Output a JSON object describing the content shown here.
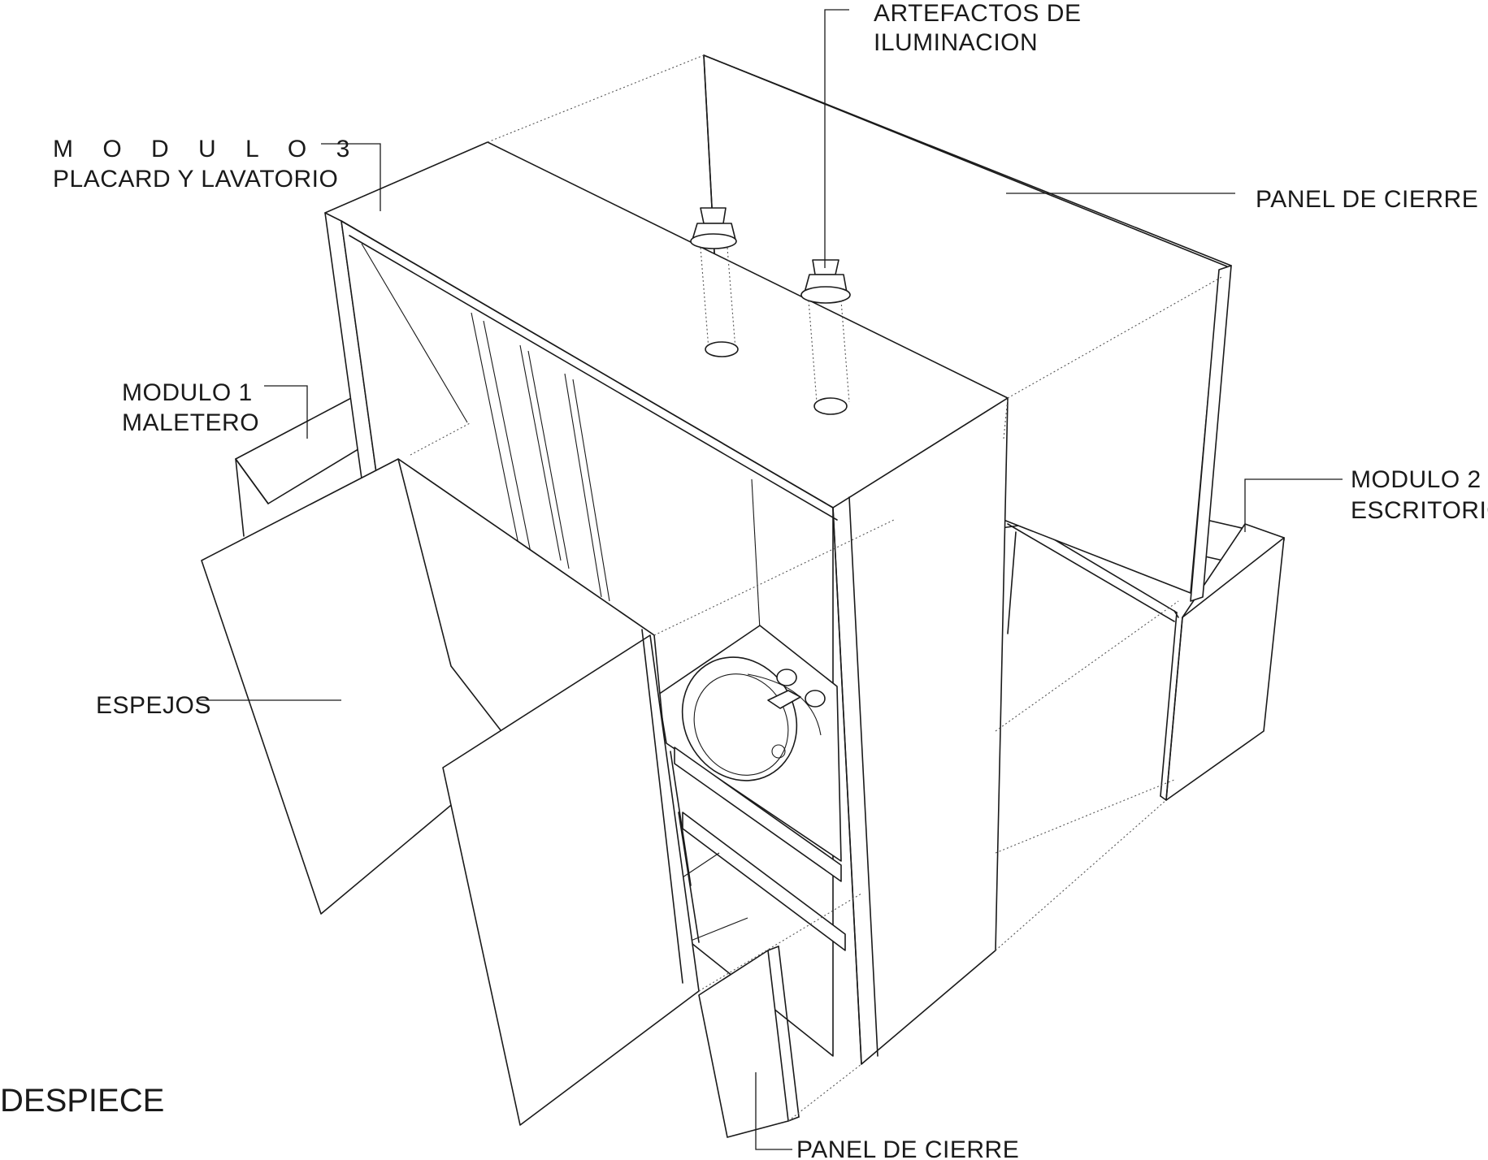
{
  "title": "DESPIECE",
  "labels": {
    "artefactos": [
      "ARTEFACTOS DE",
      "ILUMINACION"
    ],
    "modulo3": [
      "M O D U L O   3",
      "PLACARD Y LAVATORIO"
    ],
    "panel_cierre_top": "PANEL DE CIERRE",
    "modulo1": [
      "MODULO 1",
      "MALETERO"
    ],
    "modulo2": [
      "MODULO  2",
      "ESCRITORIO"
    ],
    "espejos": "ESPEJOS",
    "panel_cierre_bottom": "PANEL DE CIERRE"
  }
}
